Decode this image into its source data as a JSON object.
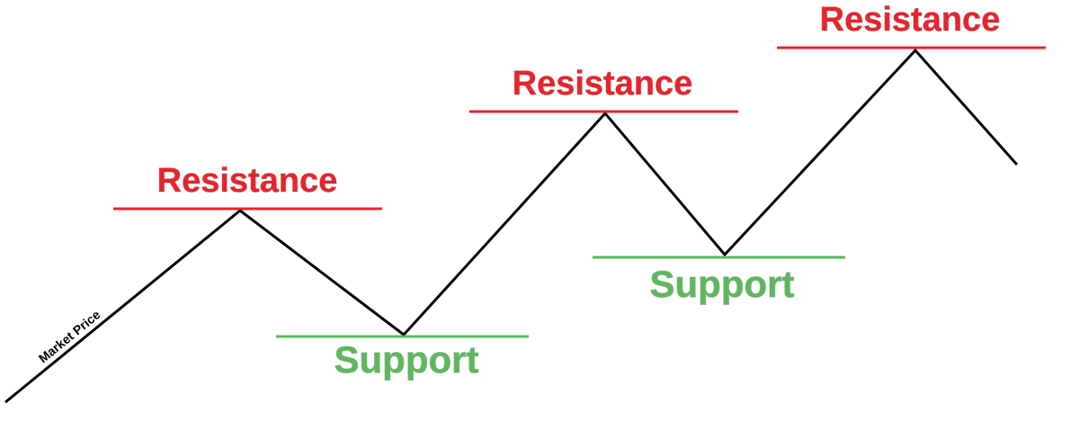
{
  "diagram": {
    "line_label": "Market Price",
    "resistance_label": "Resistance",
    "support_label": "Support",
    "colors": {
      "resistance": "#e8242b",
      "support": "#5cb85c",
      "price_line": "#000000"
    },
    "levels": [
      {
        "kind": "resistance",
        "label": "Resistance"
      },
      {
        "kind": "support",
        "label": "Support"
      },
      {
        "kind": "resistance",
        "label": "Resistance"
      },
      {
        "kind": "support",
        "label": "Support"
      },
      {
        "kind": "resistance",
        "label": "Resistance"
      }
    ]
  }
}
